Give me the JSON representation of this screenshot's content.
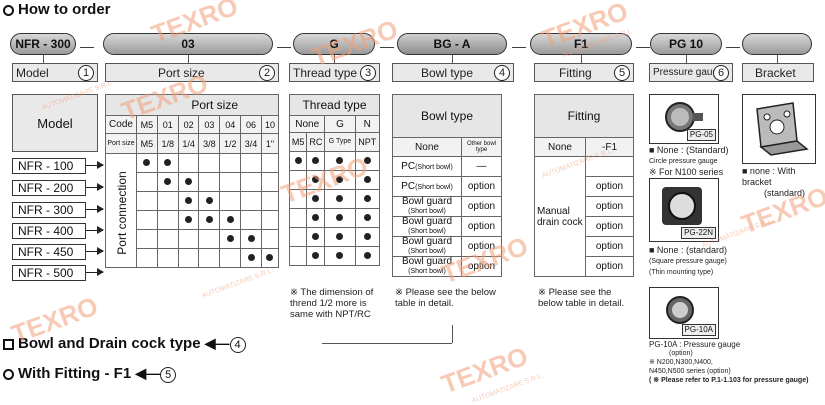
{
  "titles": {
    "how_to_order": "How to order",
    "bowl_drain": "Bowl and Drain cock type",
    "bowl_drain_ref": "4",
    "with_fitting": "With Fitting - F1",
    "with_fitting_ref": "5"
  },
  "code_pills": [
    "NFR - 300",
    "03",
    "G",
    "BG - A",
    "F1",
    "PG 10",
    ""
  ],
  "sections": [
    {
      "label": "Model",
      "num": "1"
    },
    {
      "label": "Port size",
      "num": "2"
    },
    {
      "label": "Thread type",
      "num": "3"
    },
    {
      "label": "Bowl type",
      "num": "4"
    },
    {
      "label": "Fitting",
      "num": "5"
    },
    {
      "label": "Pressure gauge",
      "num": "6"
    },
    {
      "label": "Bracket",
      "num": ""
    }
  ],
  "model": {
    "header": "Model",
    "items": [
      "NFR - 100",
      "NFR - 200",
      "NFR - 300",
      "NFR - 400",
      "NFR - 450",
      "NFR - 500"
    ]
  },
  "port_size": {
    "header": "Port size",
    "code_label": "Code",
    "port_label": "Port size",
    "codes": [
      "M5",
      "01",
      "02",
      "03",
      "04",
      "06",
      "10"
    ],
    "sizes": [
      "M5",
      "1/8",
      "1/4",
      "3/8",
      "1/2",
      "3/4",
      "1\""
    ],
    "side_label": "Port connection"
  },
  "thread_type": {
    "header": "Thread type",
    "codes": [
      "None",
      "G",
      "N"
    ],
    "types": [
      "M5",
      "RC",
      "G Type",
      "NPT"
    ],
    "note": "※ The dimension of thrend 1/2 more is same with NPT/RC"
  },
  "bowl_type": {
    "header": "Bowl type",
    "col1": "None",
    "col2": "Other bowl type",
    "rows": [
      {
        "name": "PC",
        "sub": "(Short bowl)",
        "val": "—"
      },
      {
        "name": "PC",
        "sub": "(Short bowl)",
        "val": "option"
      },
      {
        "name": "Bowl guard",
        "sub": "(Short bowl)",
        "val": "option"
      },
      {
        "name": "Bowl guard",
        "sub": "(Short bowl)",
        "val": "option"
      },
      {
        "name": "Bowl guard",
        "sub": "(Short bowl)",
        "val": "option"
      },
      {
        "name": "Bowl guard",
        "sub": "(Short bowl)",
        "val": "option"
      }
    ],
    "note": "※ Please see the below table in detail."
  },
  "fitting": {
    "header": "Fitting",
    "col1": "None",
    "col2": "-F1",
    "side_label": "Manual drain cock",
    "options": [
      "option",
      "option",
      "option",
      "option",
      "option"
    ],
    "note": "※ Please see the below table in detail."
  },
  "pressure_gauge": {
    "tags": [
      "PG-05",
      "PG-22N",
      "PG-10A"
    ],
    "caption1": "■ None : (Standard)",
    "caption1b": "Circle pressure gauge",
    "caption1c": "※ For N100 series",
    "caption2": "■ None : (standard)",
    "caption2b": "(Square pressure gauge)",
    "caption2c": "(Thin mounting type)",
    "caption3": "PG-10A : Pressure gauge",
    "caption3b": "(option)",
    "caption3c": "※ N200,N300,N400,",
    "caption3d": "N450,N500 series (option)",
    "caption3e": "( ※ Please refer to P.1-1.103 for pressure gauge)"
  },
  "bracket": {
    "caption1": "■ none : With  bracket",
    "caption2": "(standard)"
  },
  "watermark": {
    "brand": "TEXRO",
    "sub": "AUTOMATIZARE S.R.L."
  }
}
